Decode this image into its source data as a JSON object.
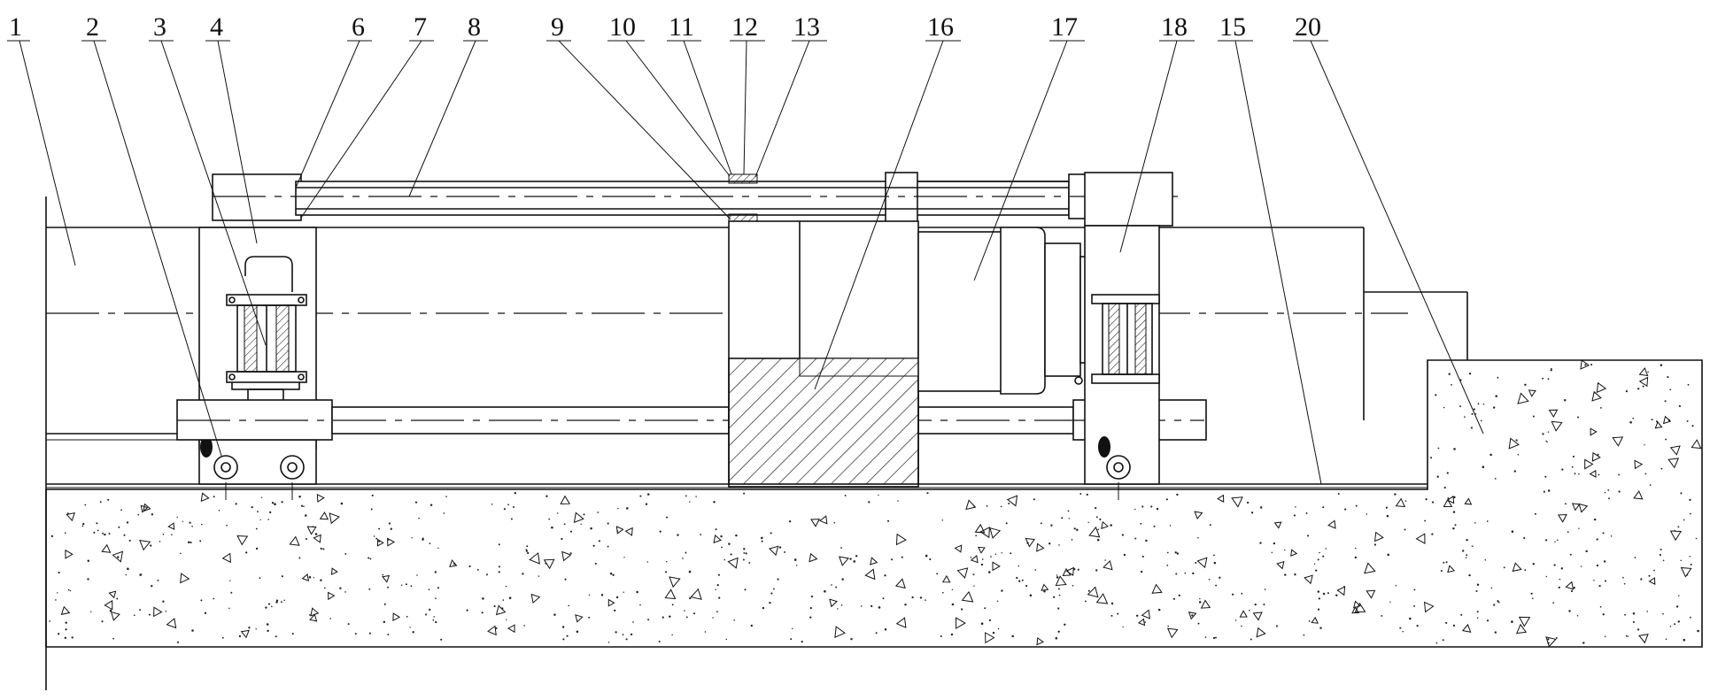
{
  "figure": {
    "labels": [
      {
        "id": "c1",
        "text": "1"
      },
      {
        "id": "c2",
        "text": "2"
      },
      {
        "id": "c3",
        "text": "3"
      },
      {
        "id": "c4",
        "text": "4"
      },
      {
        "id": "c6",
        "text": "6"
      },
      {
        "id": "c7",
        "text": "7"
      },
      {
        "id": "c8",
        "text": "8"
      },
      {
        "id": "c9",
        "text": "9"
      },
      {
        "id": "c10",
        "text": "10"
      },
      {
        "id": "c11",
        "text": "11"
      },
      {
        "id": "c12",
        "text": "12"
      },
      {
        "id": "c13",
        "text": "13"
      },
      {
        "id": "c16",
        "text": "16"
      },
      {
        "id": "c17",
        "text": "17"
      },
      {
        "id": "c18",
        "text": "18"
      },
      {
        "id": "c15",
        "text": "15"
      },
      {
        "id": "c20",
        "text": "20"
      }
    ]
  }
}
